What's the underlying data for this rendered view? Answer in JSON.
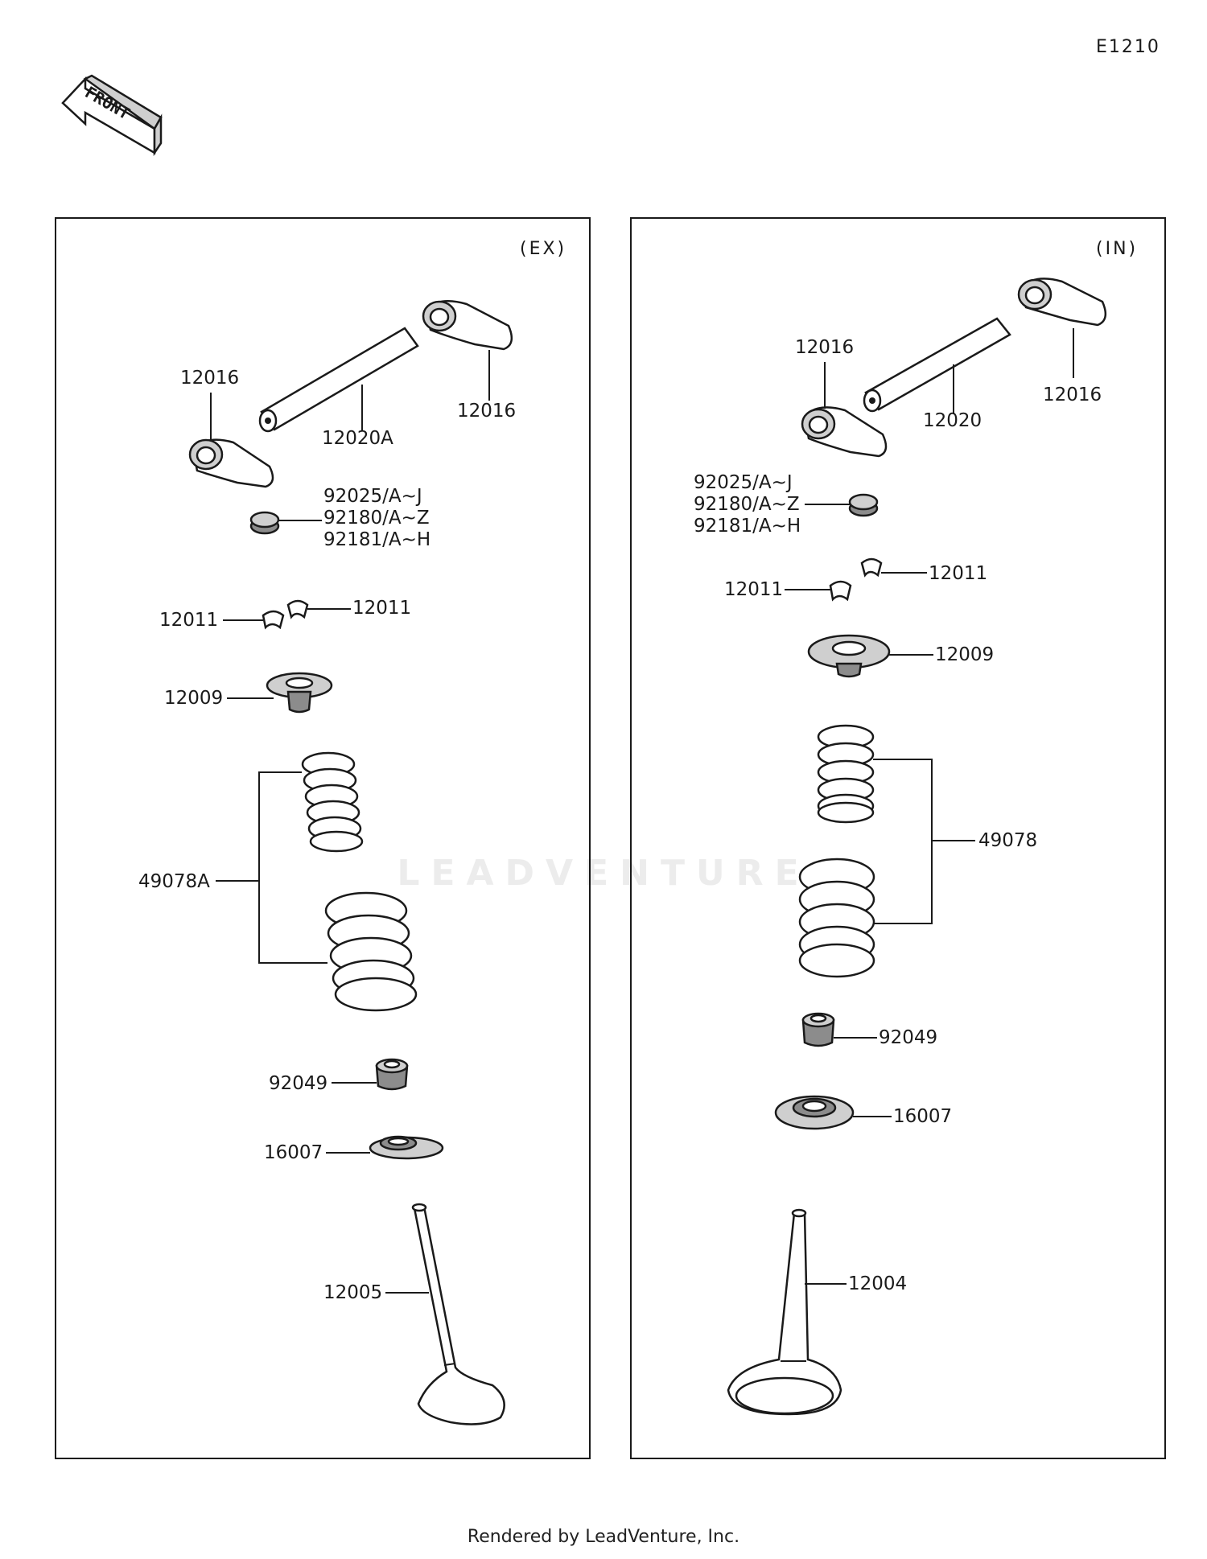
{
  "header": {
    "diagram_code": "E1210",
    "front_arrow_label": "FRONT"
  },
  "panels": {
    "exhaust": {
      "label": "(EX)",
      "parts": {
        "rocker_left": "12016",
        "rocker_right": "12016",
        "rocker_shaft": "12020A",
        "shim_line1": "92025/A~J",
        "shim_line2": "92180/A~Z",
        "shim_line3": "92181/A~H",
        "cotter_left": "12011",
        "cotter_right": "12011",
        "retainer": "12009",
        "spring_set": "49078A",
        "stem_seal": "92049",
        "spring_seat": "16007",
        "valve": "12005"
      }
    },
    "intake": {
      "label": "(IN)",
      "parts": {
        "rocker_left": "12016",
        "rocker_right": "12016",
        "rocker_shaft": "12020",
        "shim_line1": "92025/A~J",
        "shim_line2": "92180/A~Z",
        "shim_line3": "92181/A~H",
        "cotter_left": "12011",
        "cotter_right": "12011",
        "retainer": "12009",
        "spring_set": "49078",
        "stem_seal": "92049",
        "spring_seat": "16007",
        "valve": "12004"
      }
    }
  },
  "watermark": "LEADVENTURE",
  "footer": {
    "text": "Rendered by LeadVenture, Inc."
  }
}
